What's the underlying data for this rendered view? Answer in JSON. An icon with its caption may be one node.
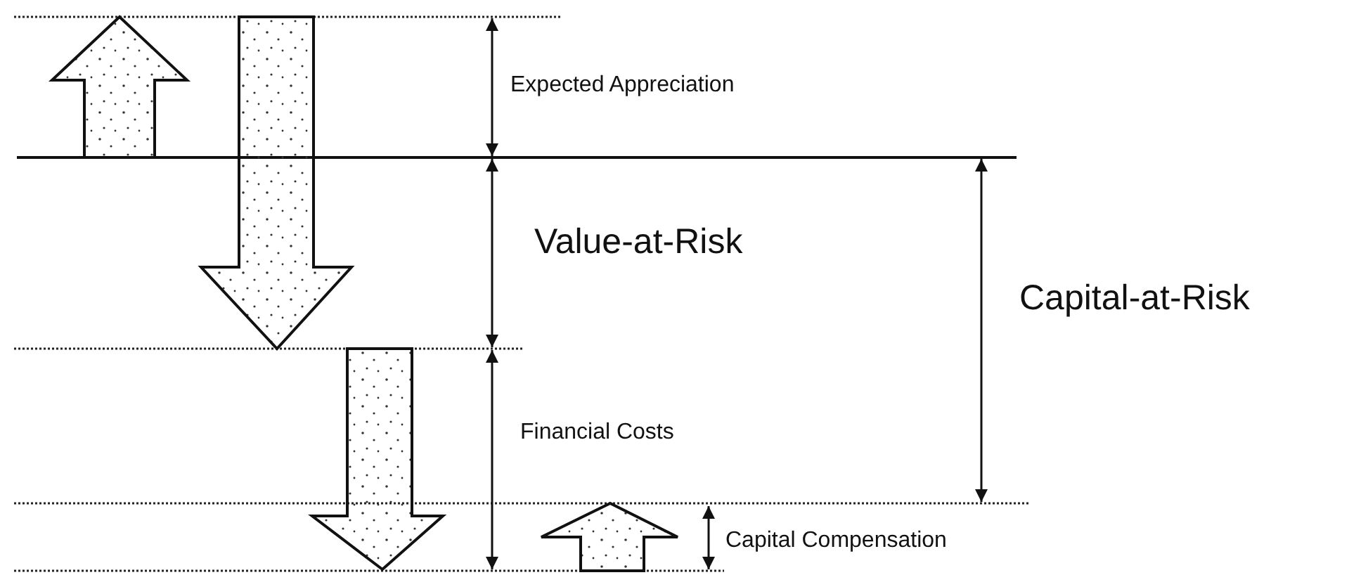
{
  "diagram": {
    "labels": [
      "Expected Appreciation",
      "Value-at-Risk",
      "Capital-at-Risk",
      "Financial Costs",
      "Capital Compensation"
    ]
  }
}
